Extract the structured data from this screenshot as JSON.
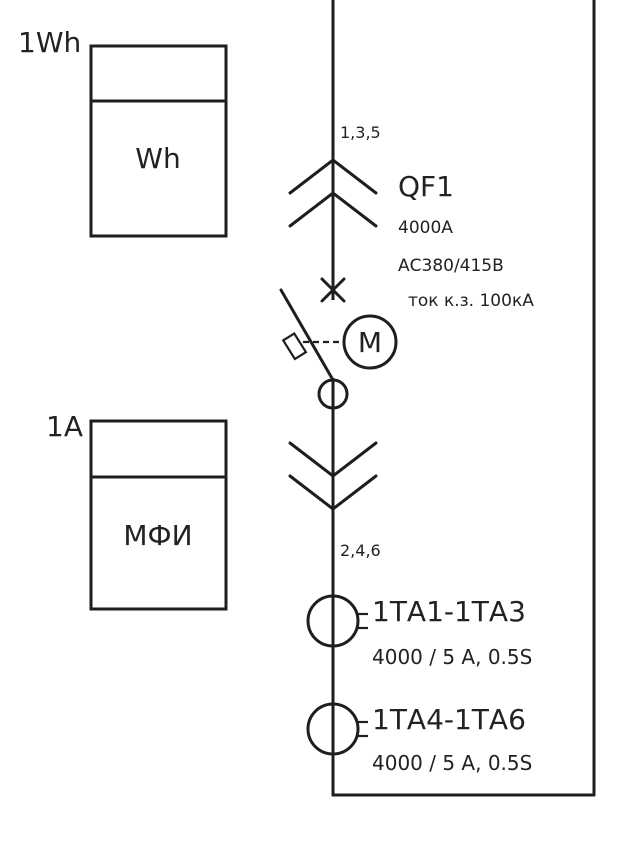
{
  "meter": {
    "tag": "1Wh",
    "label": "Wh"
  },
  "meter2": {
    "tag": "1A",
    "label": "МФИ"
  },
  "breaker": {
    "pins_top": "1,3,5",
    "pins_bottom": "2,4,6",
    "name": "QF1",
    "rating": "4000А",
    "voltage": "АС380/415В",
    "short_circuit": "ток к.з. 100кА",
    "motor_symbol": "М"
  },
  "ct1": {
    "name": "1ТА1-1ТА3",
    "spec": "4000 / 5 А, 0.5S"
  },
  "ct2": {
    "name": "1ТА4-1ТА6",
    "spec": "4000 / 5 А, 0.5S"
  }
}
